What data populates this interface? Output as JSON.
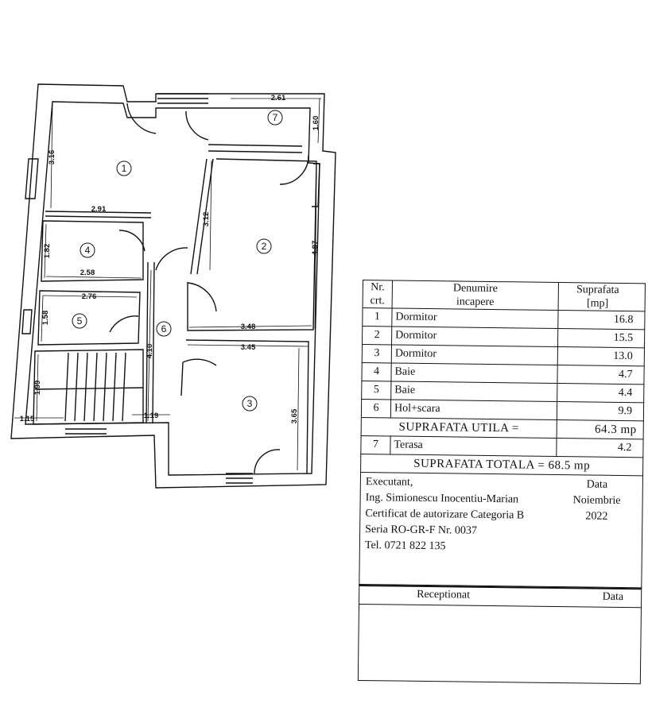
{
  "floor_plan": {
    "rooms": [
      {
        "number": "1"
      },
      {
        "number": "2"
      },
      {
        "number": "3"
      },
      {
        "number": "4"
      },
      {
        "number": "5"
      },
      {
        "number": "6"
      },
      {
        "number": "7"
      }
    ],
    "dimensions": {
      "terrace_width": "2.61",
      "terrace_depth": "1.60",
      "room1_height": "3.16",
      "room1_width": "2.91",
      "room2_top": "3.12",
      "room2_height": "4.87",
      "room2_width": "3.48",
      "room4_height": "1.82",
      "room4_width": "2.58",
      "room5_width": "2.76",
      "room5_height": "1.58",
      "hall_height": "4.10",
      "room3_width": "3.45",
      "room3_height": "3.65",
      "stair_height": "1.99",
      "stair_left": "1.15",
      "stair_right": "1.19"
    }
  },
  "legend": {
    "headers": {
      "nr_line1": "Nr.",
      "nr_line2": "crt.",
      "name_line1": "Denumire",
      "name_line2": "incapere",
      "area_line1": "Suprafata",
      "area_line2": "[mp]"
    },
    "rooms": [
      {
        "nr": "1",
        "name": "Dormitor",
        "area": "16.8"
      },
      {
        "nr": "2",
        "name": "Dormitor",
        "area": "15.5"
      },
      {
        "nr": "3",
        "name": "Dormitor",
        "area": "13.0"
      },
      {
        "nr": "4",
        "name": "Baie",
        "area": "4.7"
      },
      {
        "nr": "5",
        "name": "Baie",
        "area": "4.4"
      },
      {
        "nr": "6",
        "name": "Hol+scara",
        "area": "9.9"
      }
    ],
    "useful_label": "SUPRAFATA UTILA =",
    "useful_value": "64.3 mp",
    "terrace": {
      "nr": "7",
      "name": "Terasa",
      "area": "4.2"
    },
    "total": "SUPRAFATA TOTALA = 68.5 mp",
    "executant": {
      "line1": "Executant,",
      "line2": "Ing. Simionescu Inocentiu-Marian",
      "line3": "Certificat de autorizare Categoria B",
      "line4": "Seria RO-GR-F Nr. 0037",
      "line5": "Tel. 0721 822 135"
    },
    "date_label": "Data",
    "date_month": "Noiembrie",
    "date_year": "2022",
    "received_label": "Receptionat",
    "received_date_label": "Data"
  }
}
